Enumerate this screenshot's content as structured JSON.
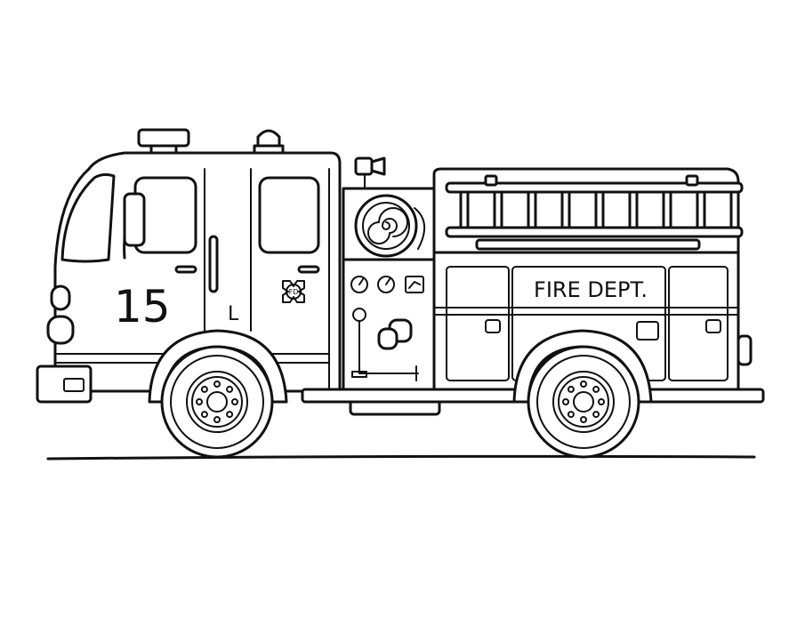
{
  "truck": {
    "unit_number": "15",
    "body_label": "FIRE DEPT.",
    "emblem_text": "FD",
    "door_mark": "L"
  },
  "palette": {
    "line": "#111111",
    "background": "#ffffff"
  }
}
